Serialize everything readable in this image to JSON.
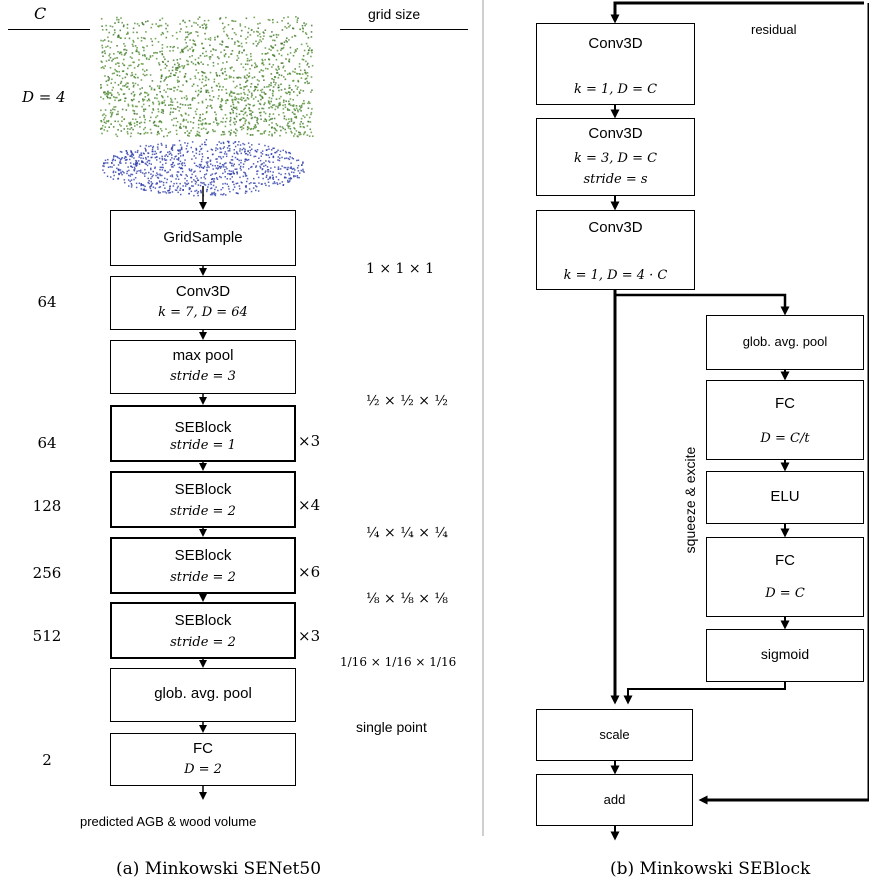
{
  "panel_a": {
    "c_header": "C",
    "grid_header": "grid size",
    "input_d_label": "D = 4",
    "blocks": [
      {
        "title": "GridSample",
        "sub": "",
        "c": "",
        "rep": ""
      },
      {
        "title": "Conv3D",
        "sub": "k = 7, D = 64",
        "c": "64",
        "rep": ""
      },
      {
        "title": "max pool",
        "sub": "stride = 3",
        "c": "",
        "rep": ""
      },
      {
        "title": "SEBlock",
        "sub": "stride = 1",
        "c": "64",
        "rep": "×3"
      },
      {
        "title": "SEBlock",
        "sub": "stride = 2",
        "c": "128",
        "rep": "×4"
      },
      {
        "title": "SEBlock",
        "sub": "stride = 2",
        "c": "256",
        "rep": "×6"
      },
      {
        "title": "SEBlock",
        "sub": "stride = 2",
        "c": "512",
        "rep": "×3"
      },
      {
        "title": "glob. avg. pool",
        "sub": "",
        "c": "",
        "rep": ""
      },
      {
        "title": "FC",
        "sub": "D = 2",
        "c": "2",
        "rep": ""
      }
    ],
    "grid_sizes": [
      "1 × 1 × 1",
      "½ × ½ × ½",
      "¼ × ¼ × ¼",
      "⅛ × ⅛ × ⅛",
      "1/16 × 1/16 × 1/16",
      "single point"
    ],
    "output_label": "predicted AGB & wood volume",
    "caption": "(a) Minkowski SENet50"
  },
  "panel_b": {
    "residual_label": "residual",
    "main_blocks": [
      {
        "title": "Conv3D",
        "sub": "k = 1, D = C",
        "sub2": ""
      },
      {
        "title": "Conv3D",
        "sub": "k = 3, D = C",
        "sub2": "stride = s"
      },
      {
        "title": "Conv3D",
        "sub": "k = 1, D = 4 · C",
        "sub2": ""
      }
    ],
    "se_blocks": [
      {
        "title": "glob. avg. pool",
        "sub": ""
      },
      {
        "title": "FC",
        "sub": "D = C/t"
      },
      {
        "title": "ELU",
        "sub": ""
      },
      {
        "title": "FC",
        "sub": "D = C"
      },
      {
        "title": "sigmoid",
        "sub": ""
      }
    ],
    "se_side_label": "squeeze & excite",
    "scale_label": "scale",
    "add_label": "add",
    "caption": "(b) Minkowski SEBlock"
  },
  "colors": {
    "foliage": "#4a8a2a",
    "ground": "#2a3aa8",
    "line": "#000000",
    "divider": "#cfcfcf"
  }
}
